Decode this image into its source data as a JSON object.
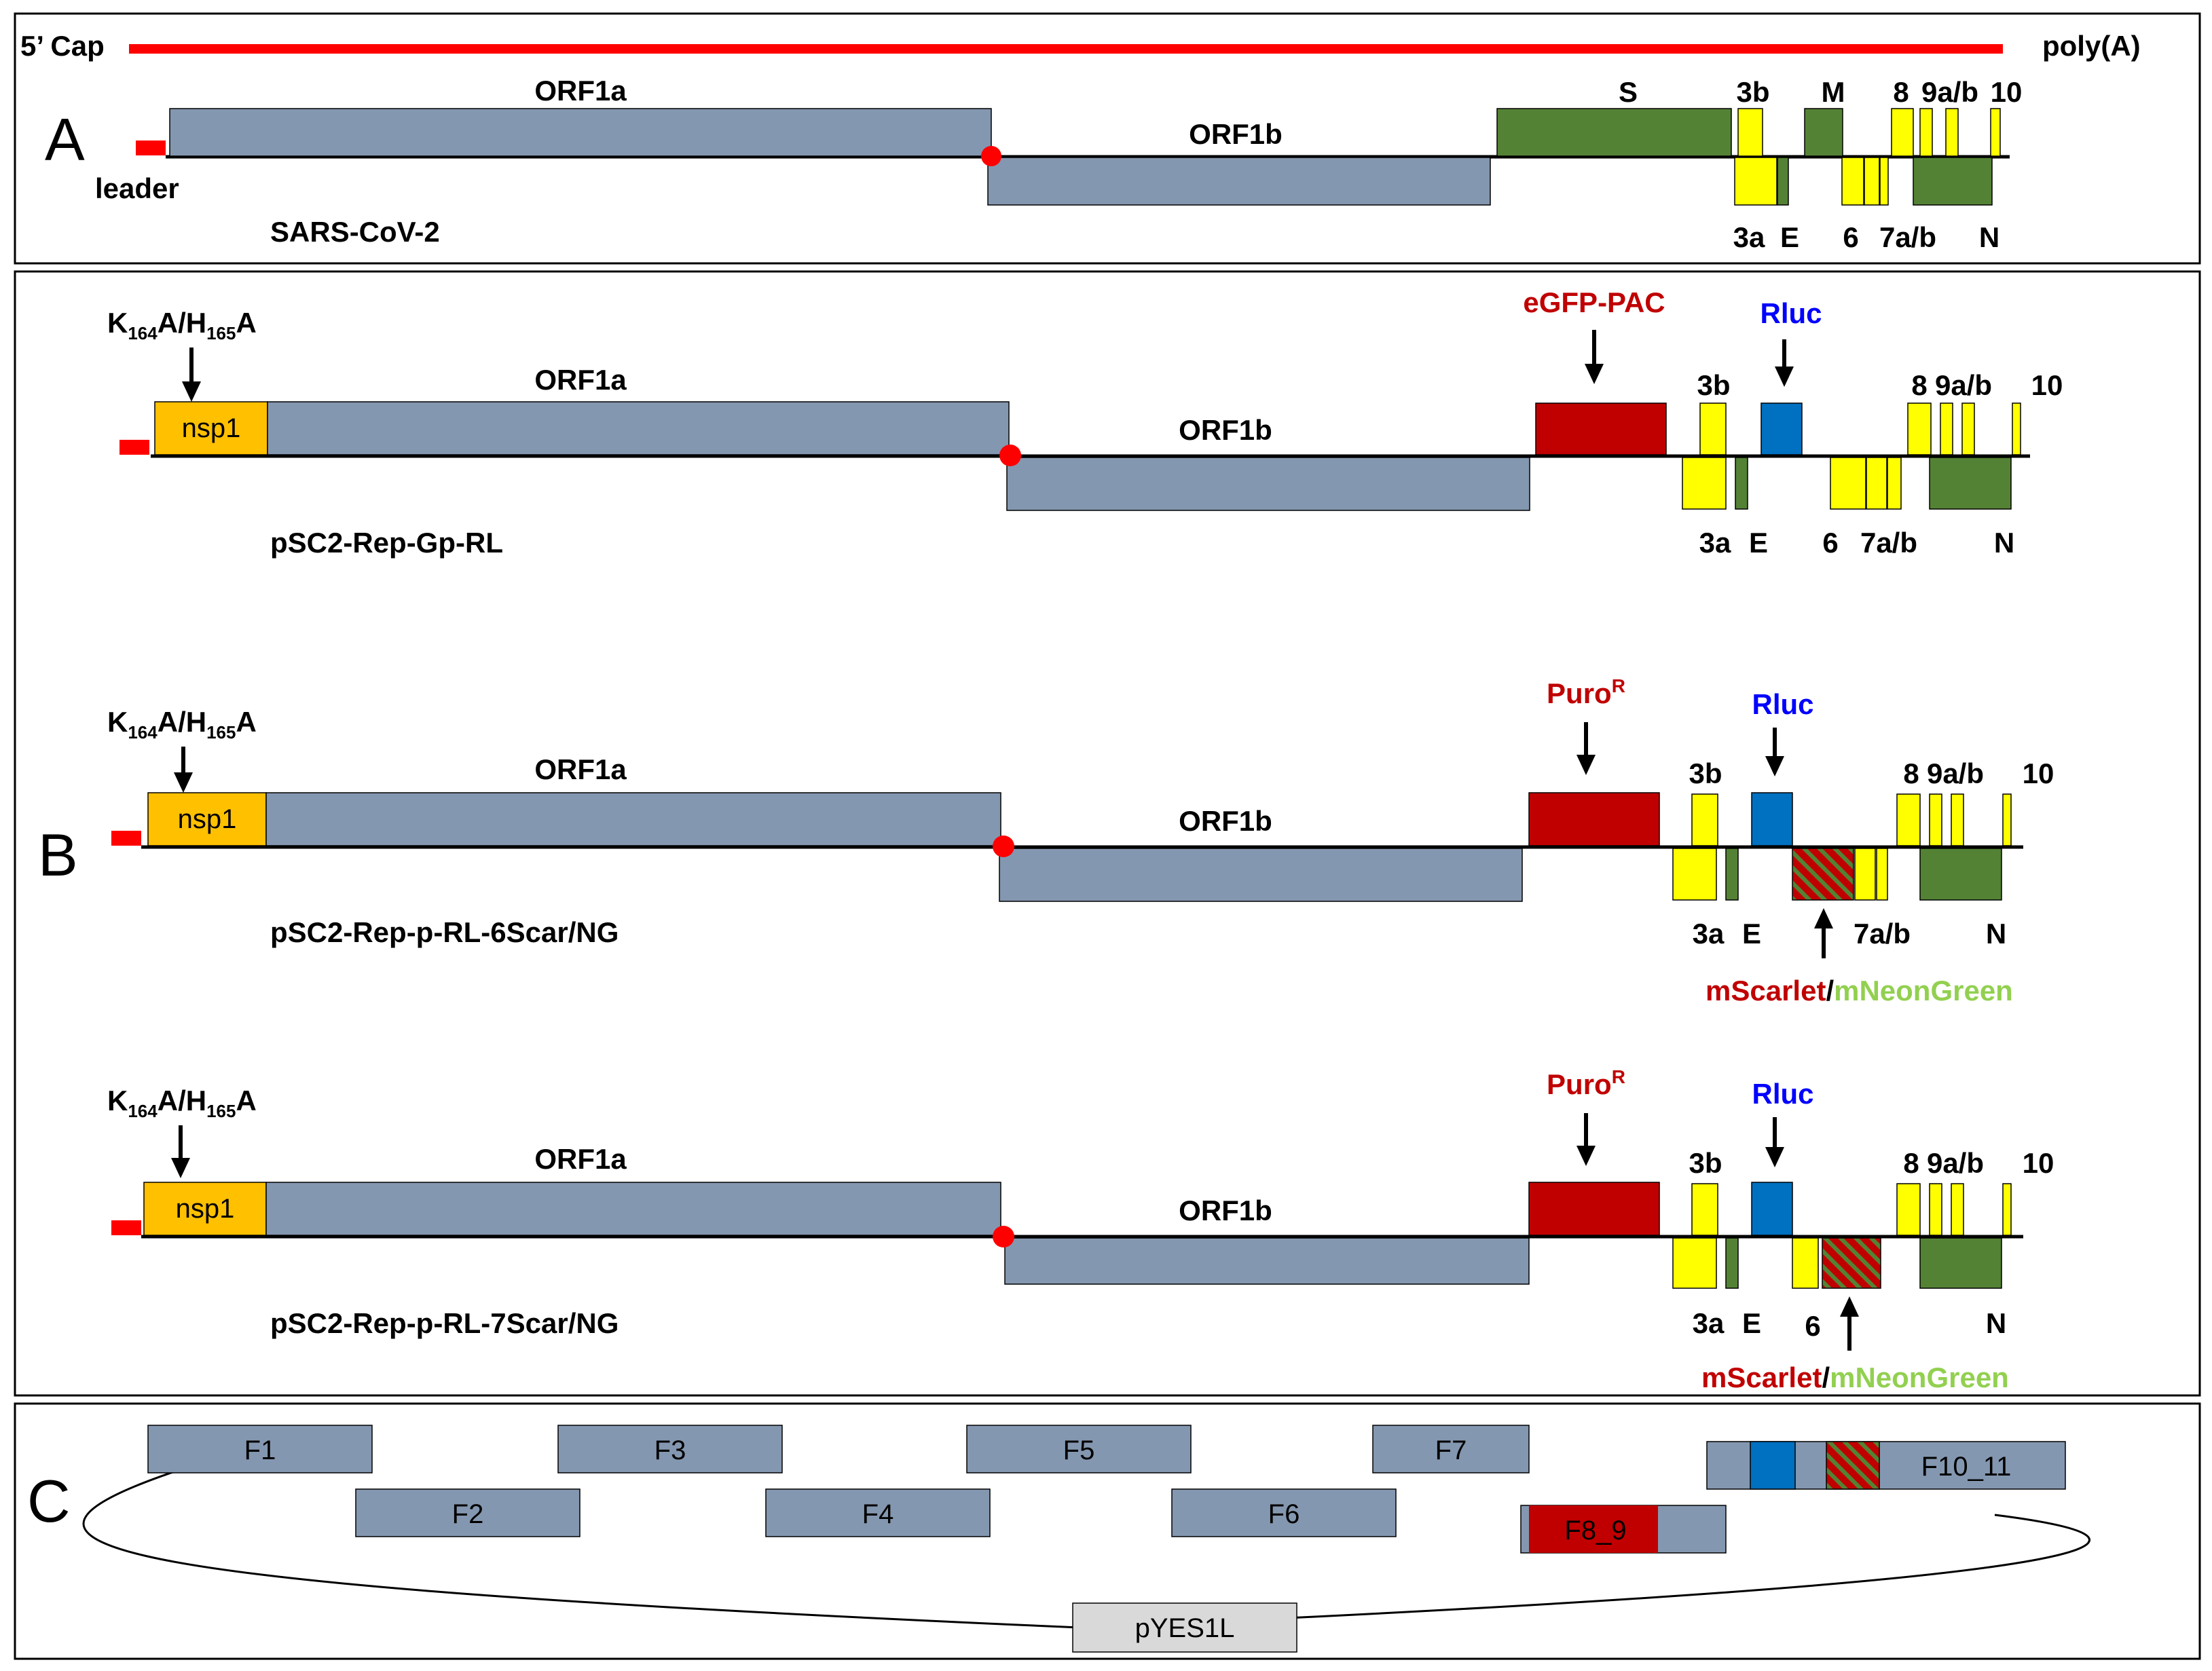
{
  "colors": {
    "orf": "#8497b0",
    "green": "#548235",
    "yellow": "#ffff00",
    "red_box": "#c00000",
    "rluc": "#0070c0",
    "nsp1": "#ffc000",
    "red_line": "#ff0000",
    "mscarlet_text": "#c00000",
    "mneongreen_text": "#92d050",
    "rluc_text": "#0000ff",
    "vector": "#d9d9d9"
  },
  "panel_a": {
    "letter": "A",
    "cap_label": "5’ Cap",
    "polya_label": "poly(A)",
    "leader_label": "leader",
    "genome_name": "SARS-CoV-2",
    "orf1a": "ORF1a",
    "orf1b": "ORF1b",
    "s": "S",
    "g3b": "3b",
    "m": "M",
    "g8": "8",
    "g9ab": "9a/b",
    "g10": "10",
    "g3a": "3a",
    "e": "E",
    "g6": "6",
    "g7ab": "7a/b",
    "n": "N"
  },
  "panel_b": {
    "letter": "B",
    "mutation_k": "K",
    "mutation_k_sub": "164",
    "mutation_mid": "A/H",
    "mutation_h_sub": "165",
    "mutation_end": "A",
    "nsp1": "nsp1",
    "orf1a": "ORF1a",
    "orf1b": "ORF1b",
    "g3b": "3b",
    "g8": "8",
    "g9ab": "9a/b",
    "g10": "10",
    "g3a": "3a",
    "e": "E",
    "g6": "6",
    "g7ab": "7a/b",
    "n": "N",
    "rluc": "Rluc",
    "construct1": {
      "name": "pSC2-Rep-Gp-RL",
      "insert": "eGFP-PAC"
    },
    "construct2": {
      "name": "pSC2-Rep-p-RL-6Scar/NG",
      "insert_base": "Puro",
      "insert_sup": "R",
      "reporter_a": "mScarlet",
      "reporter_sep": "/",
      "reporter_b": "mNeonGreen"
    },
    "construct3": {
      "name": "pSC2-Rep-p-RL-7Scar/NG",
      "insert_base": "Puro",
      "insert_sup": "R",
      "reporter_a": "mScarlet",
      "reporter_sep": "/",
      "reporter_b": "mNeonGreen"
    }
  },
  "panel_c": {
    "letter": "C",
    "fragments": [
      "F1",
      "F2",
      "F3",
      "F4",
      "F5",
      "F6",
      "F7",
      "F8_9",
      "F10_11"
    ],
    "vector": "pYES1L"
  }
}
